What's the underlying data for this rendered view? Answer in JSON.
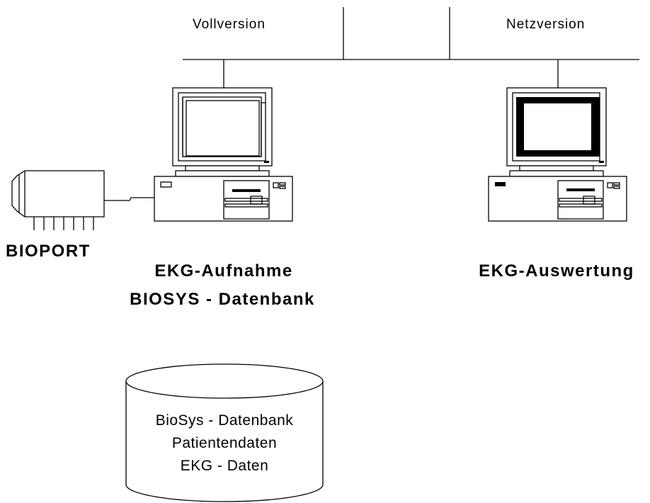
{
  "network": {
    "full_version_label": "Vollversion",
    "net_version_label": "Netzversion"
  },
  "devices": {
    "bioport_label": "BIOPORT",
    "workstation_left": {
      "line1": "EKG-Aufnahme",
      "line2": "BIOSYS - Datenbank"
    },
    "workstation_right": {
      "line1": "EKG-Auswertung"
    }
  },
  "database": {
    "line1": "BioSys - Datenbank",
    "line2": "Patientendaten",
    "line3": "EKG - Daten"
  },
  "colors": {
    "stroke": "#000000",
    "background": "#ffffff"
  }
}
